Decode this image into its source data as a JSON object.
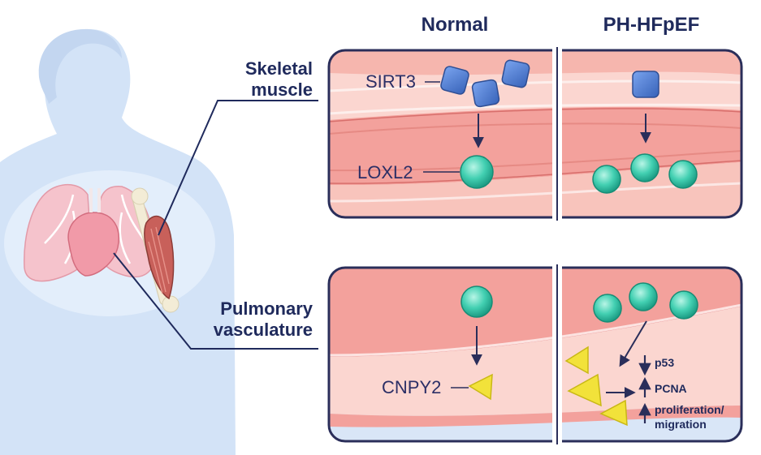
{
  "columns": {
    "normal": "Normal",
    "disease": "PH-HFpEF"
  },
  "tissues": {
    "skeletal_muscle": {
      "line1": "Skeletal",
      "line2": "muscle"
    },
    "pulmonary_vasculature": {
      "line1": "Pulmonary",
      "line2": "vasculature"
    }
  },
  "molecules": {
    "sirt3": "SIRT3",
    "loxl2": "LOXL2",
    "cnpy2": "CNPY2"
  },
  "effects": {
    "p53": "p53",
    "pcna": "PCNA",
    "proliferation_line1": "proliferation/",
    "proliferation_line2": "migration"
  },
  "colors": {
    "text": "#1f2a5c",
    "outline": "#2a2e5a",
    "muscle_pink": "#f3a19c",
    "muscle_light": "#fbd3cd",
    "vessel_blue": "#d9e6f7",
    "sirt3_blue": "#4f80d6",
    "loxl2_teal": "#3fcfb0",
    "cnpy2_yellow": "#f2e23a",
    "silhouette": "#d3e3f7"
  }
}
